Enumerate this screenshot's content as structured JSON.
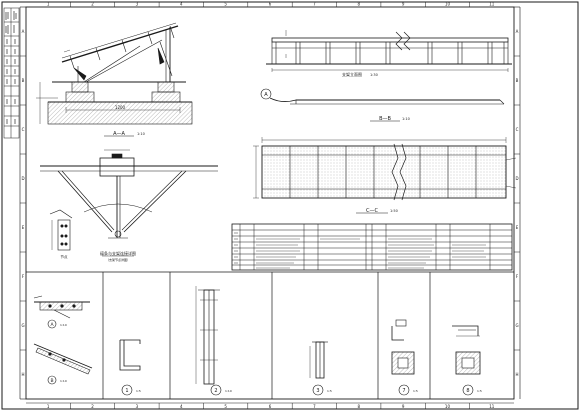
{
  "sheet": {
    "top_ruler": [
      "1",
      "2",
      "3",
      "4",
      "5",
      "6",
      "7",
      "8",
      "9",
      "10",
      "11"
    ],
    "bottom_ruler": [
      "1",
      "2",
      "3",
      "4",
      "5",
      "6",
      "7",
      "8",
      "9",
      "10",
      "11"
    ],
    "left_ruler": [
      "A",
      "B",
      "C",
      "D",
      "E",
      "F",
      "G",
      "H"
    ],
    "right_ruler": [
      "A",
      "B",
      "C",
      "D",
      "E",
      "F",
      "G",
      "H"
    ]
  },
  "views": {
    "section_aa": {
      "label": "A—A",
      "scale": "1:10"
    },
    "elevation": {
      "label": "支架立面图",
      "scale": "1:30"
    },
    "section_bb": {
      "label": "B—B",
      "scale": "1:10"
    },
    "section_cc": {
      "label": "C—C",
      "scale": "1:50"
    },
    "truss_caption": "檩条与支架连接详图",
    "truss_subcaption": "（支架节点详图）",
    "small_detail_caption": "节点",
    "marker_a": "A",
    "marker_b": "B",
    "marker_b_scale": "1:10"
  },
  "details": [
    {
      "id": "A",
      "scale": "1:10"
    },
    {
      "id": "B",
      "scale": "1:10"
    },
    {
      "id": "1",
      "scale": "1:5"
    },
    {
      "id": "2",
      "scale": "1:10"
    },
    {
      "id": "3",
      "scale": "1:5"
    },
    {
      "id": "7",
      "scale": "1:5"
    },
    {
      "id": "8",
      "scale": "1:5"
    }
  ],
  "colors": {
    "line": "#1a1a1a",
    "hatch": "#555555",
    "paper": "#ffffff"
  }
}
